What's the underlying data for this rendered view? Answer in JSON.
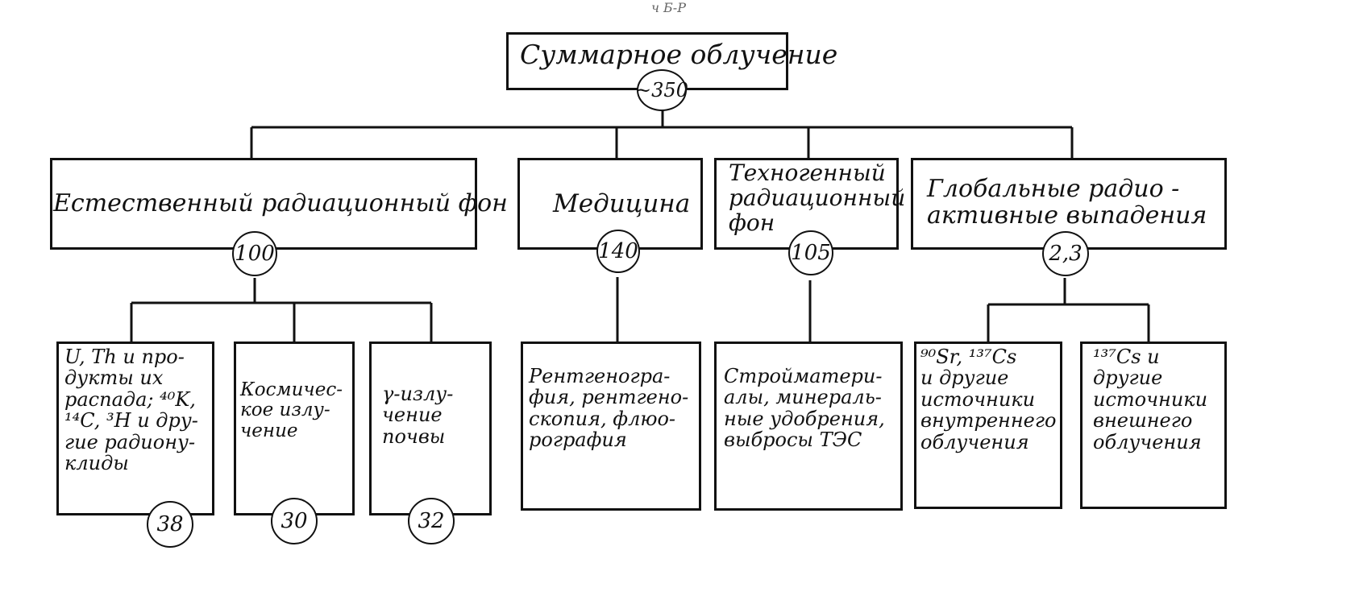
{
  "top_mark": "ч Б-Р",
  "root": {
    "label": "Суммарное облучение",
    "value": "~350"
  },
  "categories": [
    {
      "label": "Естественный радиационный фон",
      "value": "100"
    },
    {
      "label": "Медицина",
      "value": "140"
    },
    {
      "label": "Техногенный\nрадиационный\nфон",
      "value": "105"
    },
    {
      "label": "Глобальные радио -\nактивные  выпадения",
      "value": "2,3"
    }
  ],
  "natural_sub": [
    {
      "label": "U, Th и про-\nдукты их\nраспада; ⁴⁰K,\n¹⁴C, ³H и дру-\nгие радиону-\nклиды",
      "value": "38"
    },
    {
      "label": "Космичес-\nкое излу-\nчение",
      "value": "30"
    },
    {
      "label": "γ-излу-\nчение\nпочвы",
      "value": "32"
    }
  ],
  "medicine_sub": {
    "label": "Рентгеногра-\nфия, рентгено-\nскопия, флюо-\nрография"
  },
  "technogenic_sub": {
    "label": "Стройматери-\nалы, минераль-\nные удобрения,\nвыбросы ТЭС"
  },
  "fallout_sub": [
    {
      "label": "⁹⁰Sr, ¹³⁷Cs\nи другие\nисточники\nвнутреннего\nоблучения"
    },
    {
      "label": "¹³⁷Cs и\nдругие\nисточники\nвнешнего\nоблучения"
    }
  ]
}
